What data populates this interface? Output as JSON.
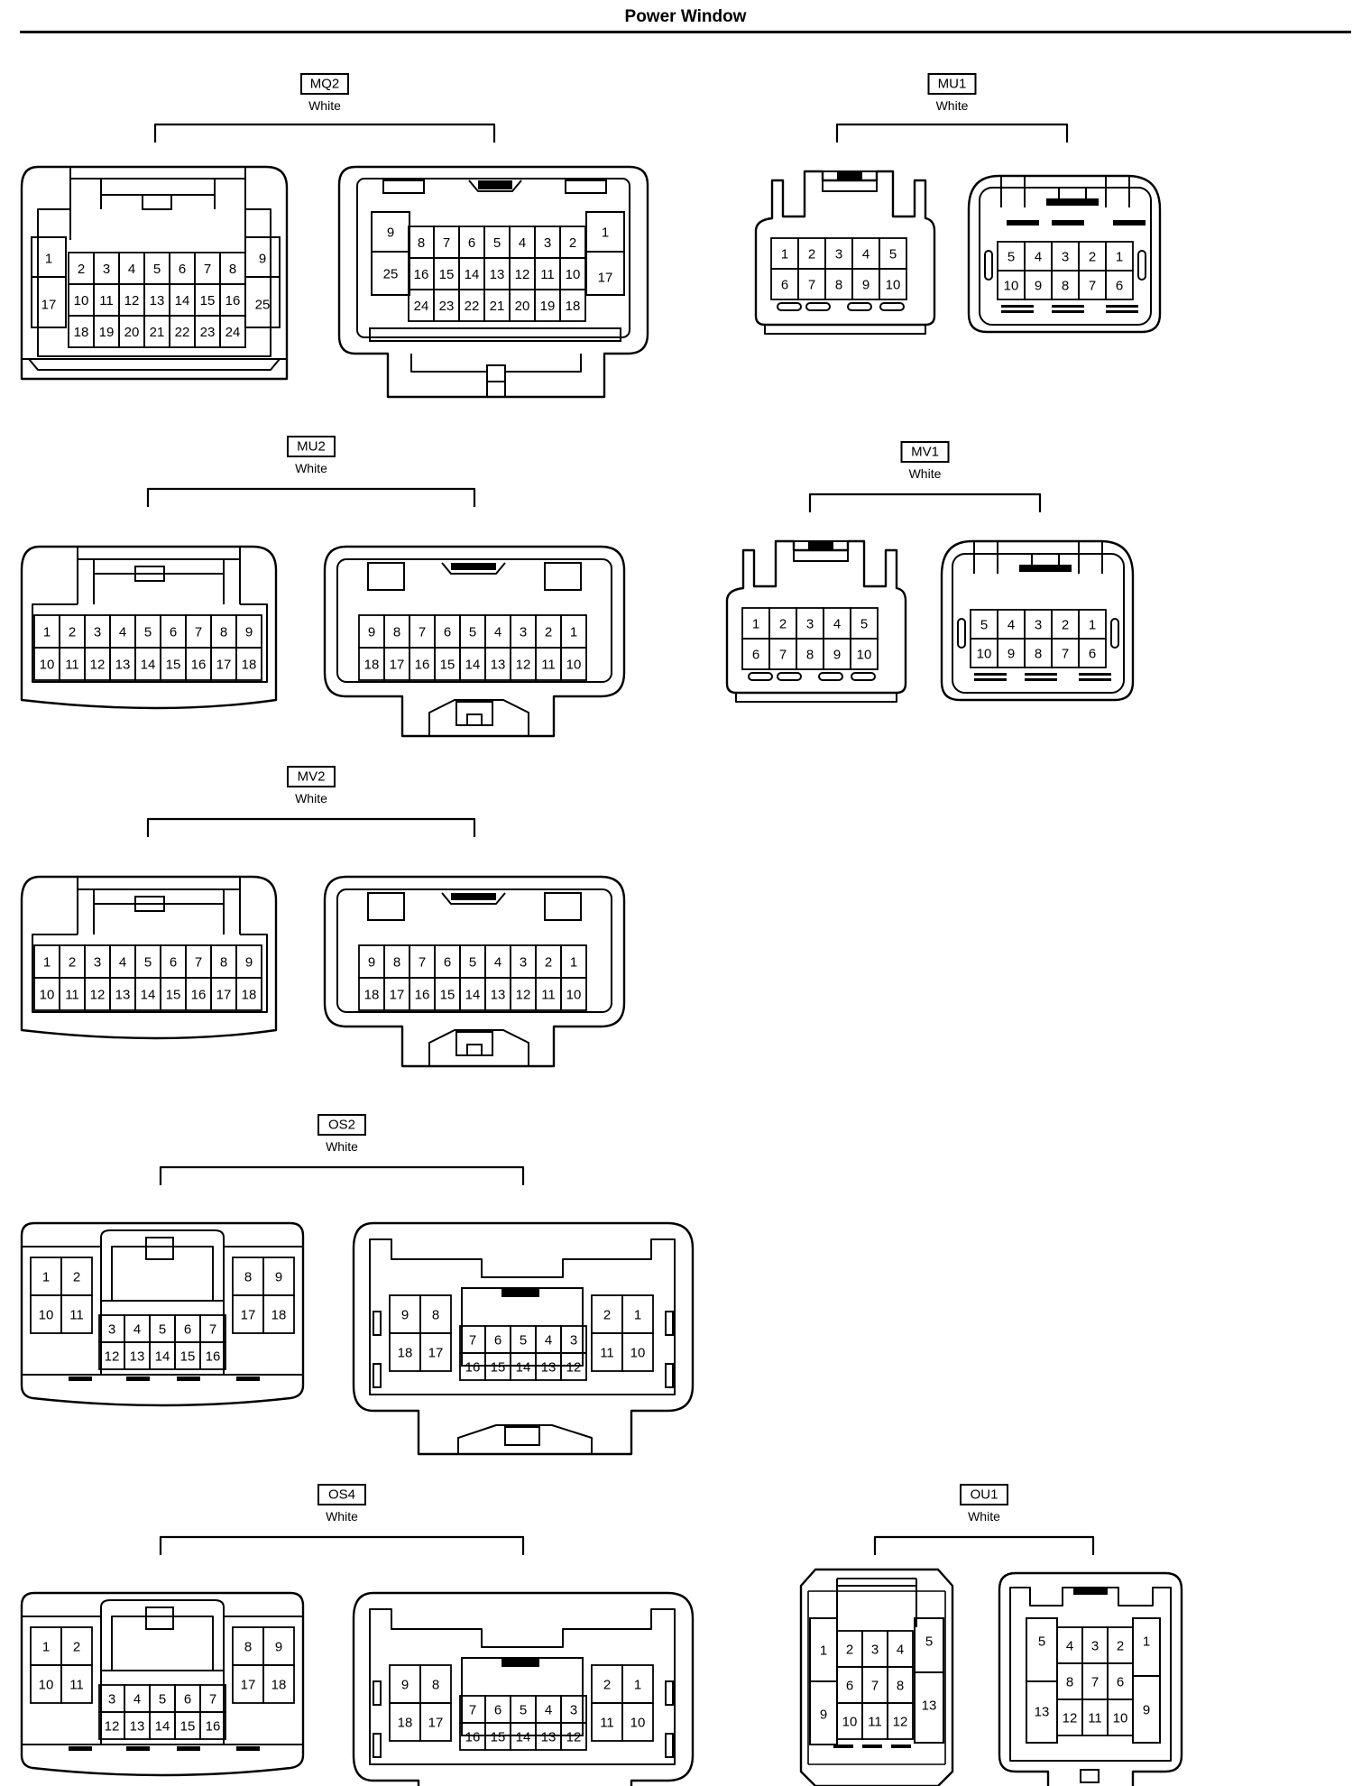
{
  "page": {
    "title": "Power Window"
  },
  "connectors": [
    {
      "id": "MQ2",
      "color": "White",
      "left_view": {
        "rows": [
          {
            "lead": [
              "1"
            ],
            "center": [
              "2",
              "3",
              "4",
              "5",
              "6",
              "7",
              "8"
            ],
            "trail": [
              "9"
            ]
          },
          {
            "lead": [
              "17"
            ],
            "center": [
              "10",
              "11",
              "12",
              "13",
              "14",
              "15",
              "16"
            ],
            "trail": [
              "25"
            ]
          },
          {
            "lead": [],
            "center": [
              "18",
              "19",
              "20",
              "21",
              "22",
              "23",
              "24"
            ],
            "trail": []
          }
        ]
      },
      "right_view": {
        "rows": [
          {
            "lead": [
              "9"
            ],
            "center": [
              "8",
              "7",
              "6",
              "5",
              "4",
              "3",
              "2"
            ],
            "trail": [
              "1"
            ]
          },
          {
            "lead": [
              "25"
            ],
            "center": [
              "16",
              "15",
              "14",
              "13",
              "12",
              "11",
              "10"
            ],
            "trail": [
              "17"
            ]
          },
          {
            "lead": [],
            "center": [
              "24",
              "23",
              "22",
              "21",
              "20",
              "19",
              "18"
            ],
            "trail": []
          }
        ]
      }
    },
    {
      "id": "MU1",
      "color": "White",
      "left_view": {
        "rows": [
          {
            "center": [
              "1",
              "2",
              "3",
              "4",
              "5"
            ]
          },
          {
            "center": [
              "6",
              "7",
              "8",
              "9",
              "10"
            ]
          }
        ]
      },
      "right_view": {
        "rows": [
          {
            "center": [
              "5",
              "4",
              "3",
              "2",
              "1"
            ]
          },
          {
            "center": [
              "10",
              "9",
              "8",
              "7",
              "6"
            ]
          }
        ]
      }
    },
    {
      "id": "MU2",
      "color": "White",
      "left_view": {
        "rows": [
          {
            "center": [
              "1",
              "2",
              "3",
              "4",
              "5",
              "6",
              "7",
              "8",
              "9"
            ]
          },
          {
            "center": [
              "10",
              "11",
              "12",
              "13",
              "14",
              "15",
              "16",
              "17",
              "18"
            ]
          }
        ]
      },
      "right_view": {
        "rows": [
          {
            "center": [
              "9",
              "8",
              "7",
              "6",
              "5",
              "4",
              "3",
              "2",
              "1"
            ]
          },
          {
            "center": [
              "18",
              "17",
              "16",
              "15",
              "14",
              "13",
              "12",
              "11",
              "10"
            ]
          }
        ]
      }
    },
    {
      "id": "MV1",
      "color": "White",
      "left_view": {
        "rows": [
          {
            "center": [
              "1",
              "2",
              "3",
              "4",
              "5"
            ]
          },
          {
            "center": [
              "6",
              "7",
              "8",
              "9",
              "10"
            ]
          }
        ]
      },
      "right_view": {
        "rows": [
          {
            "center": [
              "5",
              "4",
              "3",
              "2",
              "1"
            ]
          },
          {
            "center": [
              "10",
              "9",
              "8",
              "7",
              "6"
            ]
          }
        ]
      }
    },
    {
      "id": "MV2",
      "color": "White",
      "left_view": {
        "rows": [
          {
            "center": [
              "1",
              "2",
              "3",
              "4",
              "5",
              "6",
              "7",
              "8",
              "9"
            ]
          },
          {
            "center": [
              "10",
              "11",
              "12",
              "13",
              "14",
              "15",
              "16",
              "17",
              "18"
            ]
          }
        ]
      },
      "right_view": {
        "rows": [
          {
            "center": [
              "9",
              "8",
              "7",
              "6",
              "5",
              "4",
              "3",
              "2",
              "1"
            ]
          },
          {
            "center": [
              "18",
              "17",
              "16",
              "15",
              "14",
              "13",
              "12",
              "11",
              "10"
            ]
          }
        ]
      }
    },
    {
      "id": "OS2",
      "color": "White",
      "left_view": {
        "left_block": [
          [
            "1",
            "2"
          ],
          [
            "10",
            "11"
          ]
        ],
        "center_block": [
          [
            "3",
            "4",
            "5",
            "6",
            "7"
          ],
          [
            "12",
            "13",
            "14",
            "15",
            "16"
          ]
        ],
        "right_block": [
          [
            "8",
            "9"
          ],
          [
            "17",
            "18"
          ]
        ]
      },
      "right_view": {
        "left_block": [
          [
            "9",
            "8"
          ],
          [
            "18",
            "17"
          ]
        ],
        "center_block": [
          [
            "7",
            "6",
            "5",
            "4",
            "3"
          ],
          [
            "16",
            "15",
            "14",
            "13",
            "12"
          ]
        ],
        "right_block": [
          [
            "2",
            "1"
          ],
          [
            "11",
            "10"
          ]
        ]
      }
    },
    {
      "id": "OS4",
      "color": "White",
      "left_view": {
        "left_block": [
          [
            "1",
            "2"
          ],
          [
            "10",
            "11"
          ]
        ],
        "center_block": [
          [
            "3",
            "4",
            "5",
            "6",
            "7"
          ],
          [
            "12",
            "13",
            "14",
            "15",
            "16"
          ]
        ],
        "right_block": [
          [
            "8",
            "9"
          ],
          [
            "17",
            "18"
          ]
        ]
      },
      "right_view": {
        "left_block": [
          [
            "9",
            "8"
          ],
          [
            "18",
            "17"
          ]
        ],
        "center_block": [
          [
            "7",
            "6",
            "5",
            "4",
            "3"
          ],
          [
            "16",
            "15",
            "14",
            "13",
            "12"
          ]
        ],
        "right_block": [
          [
            "2",
            "1"
          ],
          [
            "11",
            "10"
          ]
        ]
      }
    },
    {
      "id": "OU1",
      "color": "White",
      "left_view": {
        "lead": [
          "1",
          "9"
        ],
        "center": [
          [
            "2",
            "3",
            "4"
          ],
          [
            "6",
            "7",
            "8"
          ],
          [
            "10",
            "11",
            "12"
          ]
        ],
        "trail": [
          "5",
          "13"
        ]
      },
      "right_view": {
        "lead": [
          "5",
          "13"
        ],
        "center": [
          [
            "4",
            "3",
            "2"
          ],
          [
            "8",
            "7",
            "6"
          ],
          [
            "12",
            "11",
            "10"
          ]
        ],
        "trail": [
          "1",
          "9"
        ]
      }
    }
  ]
}
